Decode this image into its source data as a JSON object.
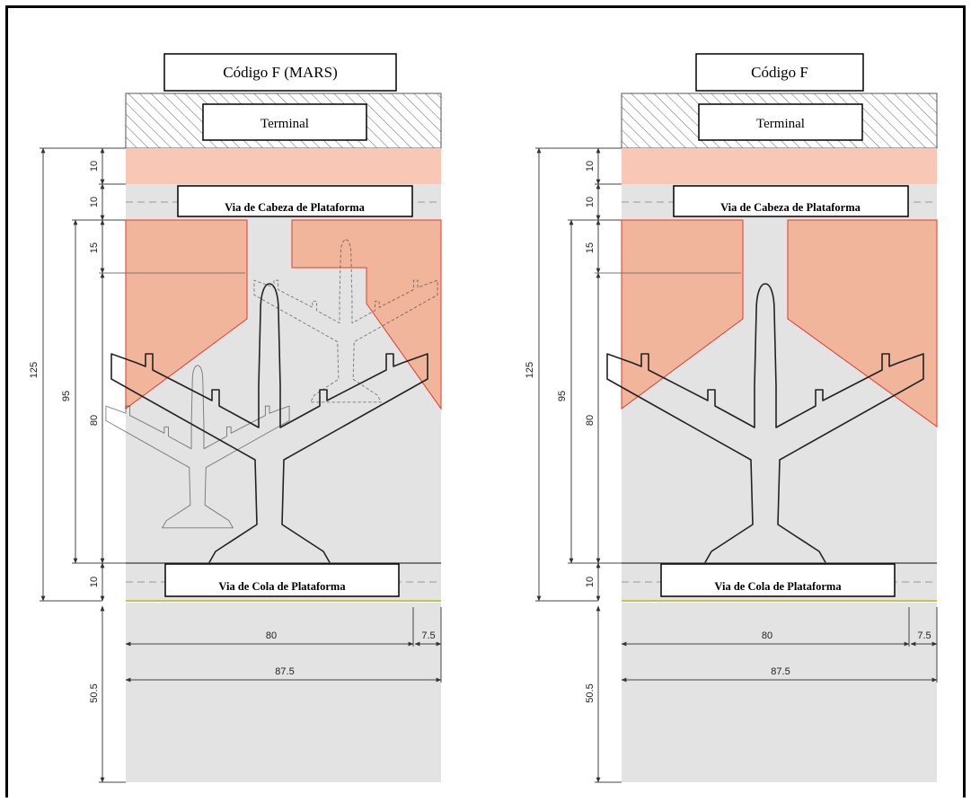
{
  "colors": {
    "stand": "#f1b59c",
    "service_road": "#f9c7b6",
    "pavement": "#e3e3e3",
    "terminal_hatch": "#555555",
    "frame": "#000000",
    "red_edge": "#e23b2e",
    "yellow_line": "#c9c24a"
  },
  "panels": [
    {
      "title": "Código F (MARS)",
      "terminal_label": "Terminal",
      "taxilane_top": "Via de Cabeza de Plataforma",
      "taxilane_bottom": "Via de Cola de Plataforma",
      "dims": {
        "total": "125",
        "service": "10",
        "taxilane_top_w": "10",
        "stand_total": "95",
        "stand_nose": "15",
        "stand_aircraft": "80",
        "taxilane_bottom_w": "10",
        "width_80": "80",
        "width_7_5": "7.5",
        "width_87_5": "87.5",
        "depth_50_5": "50.5"
      },
      "mars": true
    },
    {
      "title": "Código F",
      "terminal_label": "Terminal",
      "taxilane_top": "Via de Cabeza de Plataforma",
      "taxilane_bottom": "Via de Cola de Plataforma",
      "dims": {
        "total": "125",
        "service": "10",
        "taxilane_top_w": "10",
        "stand_total": "95",
        "stand_nose": "15",
        "stand_aircraft": "80",
        "taxilane_bottom_w": "10",
        "width_80": "80",
        "width_7_5": "7.5",
        "width_87_5": "87.5",
        "depth_50_5": "50.5"
      },
      "mars": false
    }
  ]
}
